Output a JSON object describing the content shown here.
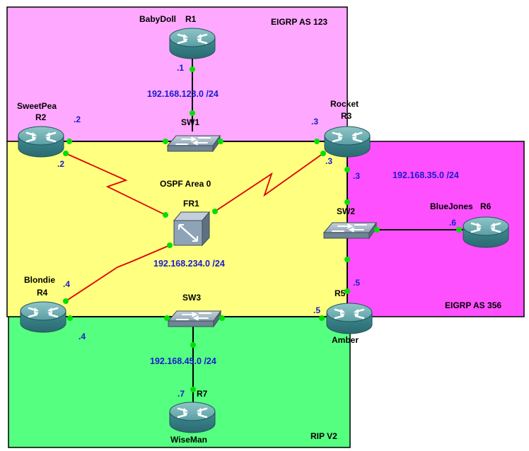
{
  "areas": {
    "eigrp123": {
      "label": "EIGRP AS 123",
      "color": "#ffa8ff"
    },
    "ospf0": {
      "label": "OSPF Area 0",
      "color": "#ffff80"
    },
    "eigrp356": {
      "label": "EIGRP AS 356",
      "color": "#ff50ff"
    },
    "rip": {
      "label": "RIP V2",
      "color": "#55ff80"
    }
  },
  "routers": {
    "r1": {
      "name": "BabyDoll",
      "id": "R1"
    },
    "r2": {
      "name": "SweetPea",
      "id": "R2"
    },
    "r3": {
      "name": "Rocket",
      "id": "R3"
    },
    "r4": {
      "name": "Blondie",
      "id": "R4"
    },
    "r5": {
      "name": "Amber",
      "id": "R5"
    },
    "r6": {
      "name": "BlueJones",
      "id": "R6"
    },
    "r7": {
      "name": "WiseMan",
      "id": "R7"
    }
  },
  "switches": {
    "sw1": "SW1",
    "sw2": "SW2",
    "sw3": "SW3",
    "fr1": "FR1"
  },
  "networks": {
    "n123": "192.168.123.0 /24",
    "n35": "192.168.35.0 /24",
    "n234": "192.168.234.0 /24",
    "n45": "192.168.45.0 /24"
  },
  "ips": {
    "r1_sw1": ".1",
    "r2_sw1": ".2",
    "r2_fr": ".2",
    "r3_sw1": ".3",
    "r3_fr": ".3",
    "r3_sw2": ".3",
    "r6_sw2": ".6",
    "r4_fr": ".4",
    "r4_sw3": ".4",
    "r5_sw2": ".5",
    "r5_sw3": ".5",
    "r7_sw3": ".7"
  },
  "colors": {
    "ethernet_link": "#000000",
    "serial_link": "#e00000",
    "link_dot": "#00e000",
    "router_body": "#3d8a8f",
    "label_blue": "#1a1acd"
  }
}
